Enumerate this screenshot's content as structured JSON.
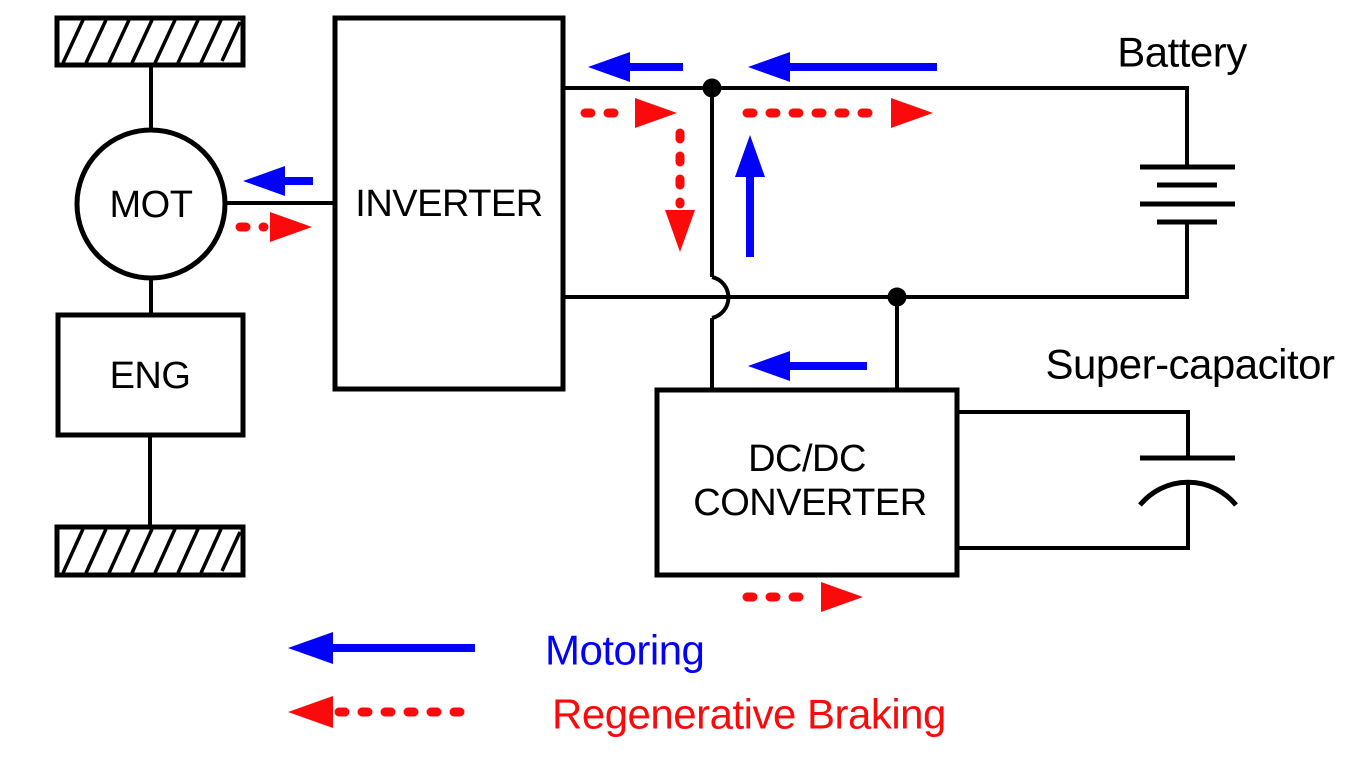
{
  "diagram": {
    "components": {
      "motor": "MOT",
      "engine": "ENG",
      "inverter": "INVERTER",
      "dcdc_line1": "DC/DC",
      "dcdc_line2": "CONVERTER",
      "battery": "Battery",
      "supercapacitor": "Super-capacitor"
    },
    "legend": {
      "motoring": "Motoring",
      "regenerative_braking": "Regenerative Braking"
    },
    "colors": {
      "motoring": "#0202fa",
      "regenerative": "#fa0a0a",
      "line": "#000000",
      "background": "#ffffff"
    }
  }
}
